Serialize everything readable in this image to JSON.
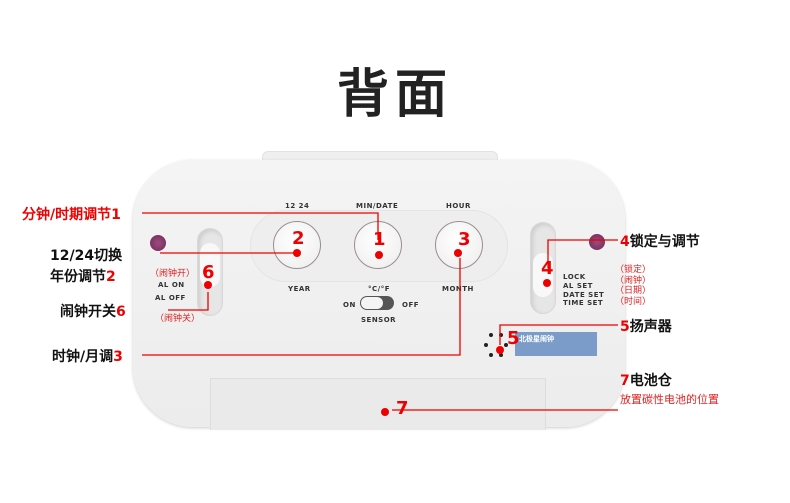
{
  "title": "背面",
  "device": {
    "top_labels": [
      "12 24",
      "MIN/DATE",
      "HOUR"
    ],
    "bottom_labels": [
      "YEAR",
      "°C/°F",
      "MONTH"
    ],
    "sensor": {
      "on": "ON",
      "off": "OFF",
      "label": "SENSOR"
    },
    "alarm_switch": [
      "AL ON",
      "AL OFF"
    ],
    "mode_switch": [
      "LOCK",
      "AL SET",
      "DATE SET",
      "TIME SET"
    ],
    "sticker_text": "北极星闹钟"
  },
  "markers": [
    "1",
    "2",
    "3",
    "4",
    "5",
    "6",
    "7"
  ],
  "left_callouts": {
    "c1": {
      "text": "分钟/时期调节",
      "num": "1"
    },
    "c2a": "12/24切换",
    "c2b": {
      "text": "年份调节",
      "num": "2"
    },
    "c6": {
      "text": "闹钟开关",
      "num": "6"
    },
    "c3": {
      "text": "时钟/月调",
      "num": "3"
    },
    "al_on_cn": "（闹钟开）",
    "al_off_cn": "（闹钟关）"
  },
  "right_callouts": {
    "c4": {
      "num": "4",
      "text": "锁定与调节"
    },
    "c4_notes": [
      "（锁定）",
      "（闹钟）",
      "（日期）",
      "（时间）"
    ],
    "c5": {
      "num": "5",
      "text": "扬声器"
    },
    "c7": {
      "num": "7",
      "text": "电池仓"
    },
    "c7_note": "放置碳性电池的位置"
  }
}
